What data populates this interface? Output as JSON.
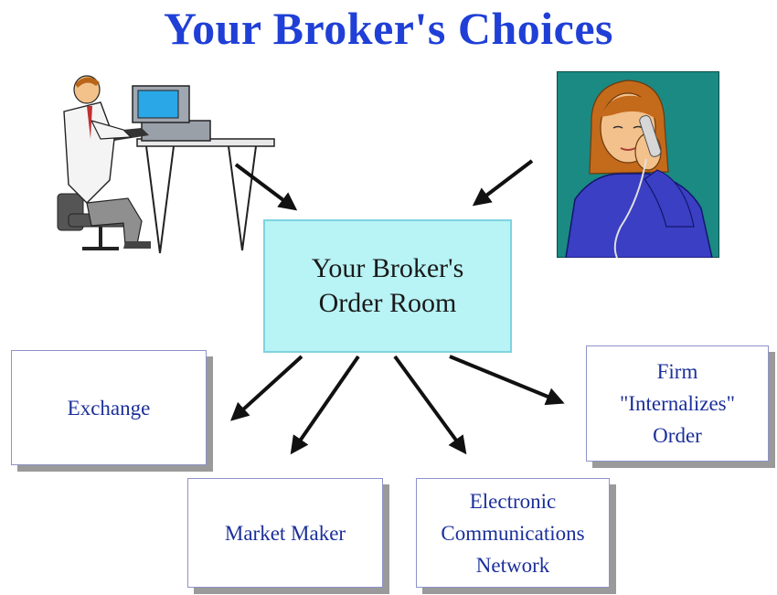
{
  "title": "Your Broker's Choices",
  "center": {
    "label": "Your Broker's\nOrder Room"
  },
  "destinations": {
    "exchange": "Exchange",
    "market_maker": "Market Maker",
    "ecn": "Electronic\nCommunications\nNetwork",
    "internalizes": "Firm\n\"Internalizes\"\nOrder"
  },
  "colors": {
    "title": "#1f3fd6",
    "box_text": "#1b2f9a",
    "center_fill": "#b8f3f5",
    "phone_bg": "#1a8a83",
    "jacket": "#3a3fc4"
  },
  "icons": {
    "computer_user": "man-at-computer-icon",
    "phone_caller": "woman-on-phone-icon"
  }
}
